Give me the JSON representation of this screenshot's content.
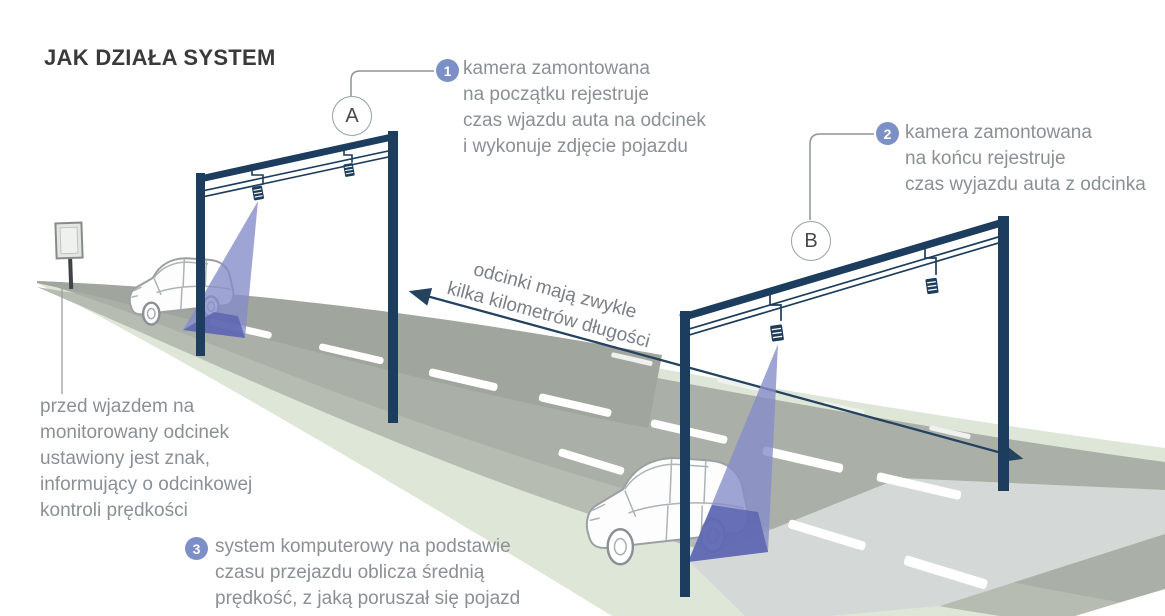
{
  "title": "JAK DZIAŁA SYSTEM",
  "markers": {
    "a": "A",
    "b": "B"
  },
  "steps": [
    {
      "number": "1",
      "text": "kamera zamontowana\nna początku rejestruje\nczas wjazdu auta na odcinek\ni wykonuje zdjęcie pojazdu"
    },
    {
      "number": "2",
      "text": "kamera zamontowana\nna końcu rejestruje\nczas wyjazdu auta z odcinka"
    },
    {
      "number": "3",
      "text": "system komputerowy na podstawie\nczasu przejazdu oblicza średnią\nprędkość, z jaką poruszał się pojazd"
    }
  ],
  "sign_note": "przed wjazdem na\nmonitorowany odcinek\nustawiony jest znak,\ninformujący o odcinkowej\nkontroli prędkości",
  "section_note": "odcinki mają zwykle\nkilka kilometrów długości",
  "colors": {
    "badge": "#7d8fc7",
    "gantry": "#1c3d5e",
    "beam": "#868dc9",
    "beam_impact": "#5962ae",
    "text_gray": "#8b9095",
    "title": "#3a3a3a",
    "arrow": "#25425f",
    "road": "#aab0a8",
    "road_dark": "#a0a59e",
    "shoulder_green": "#dee6d8",
    "median_green": "#b6bcb2"
  }
}
